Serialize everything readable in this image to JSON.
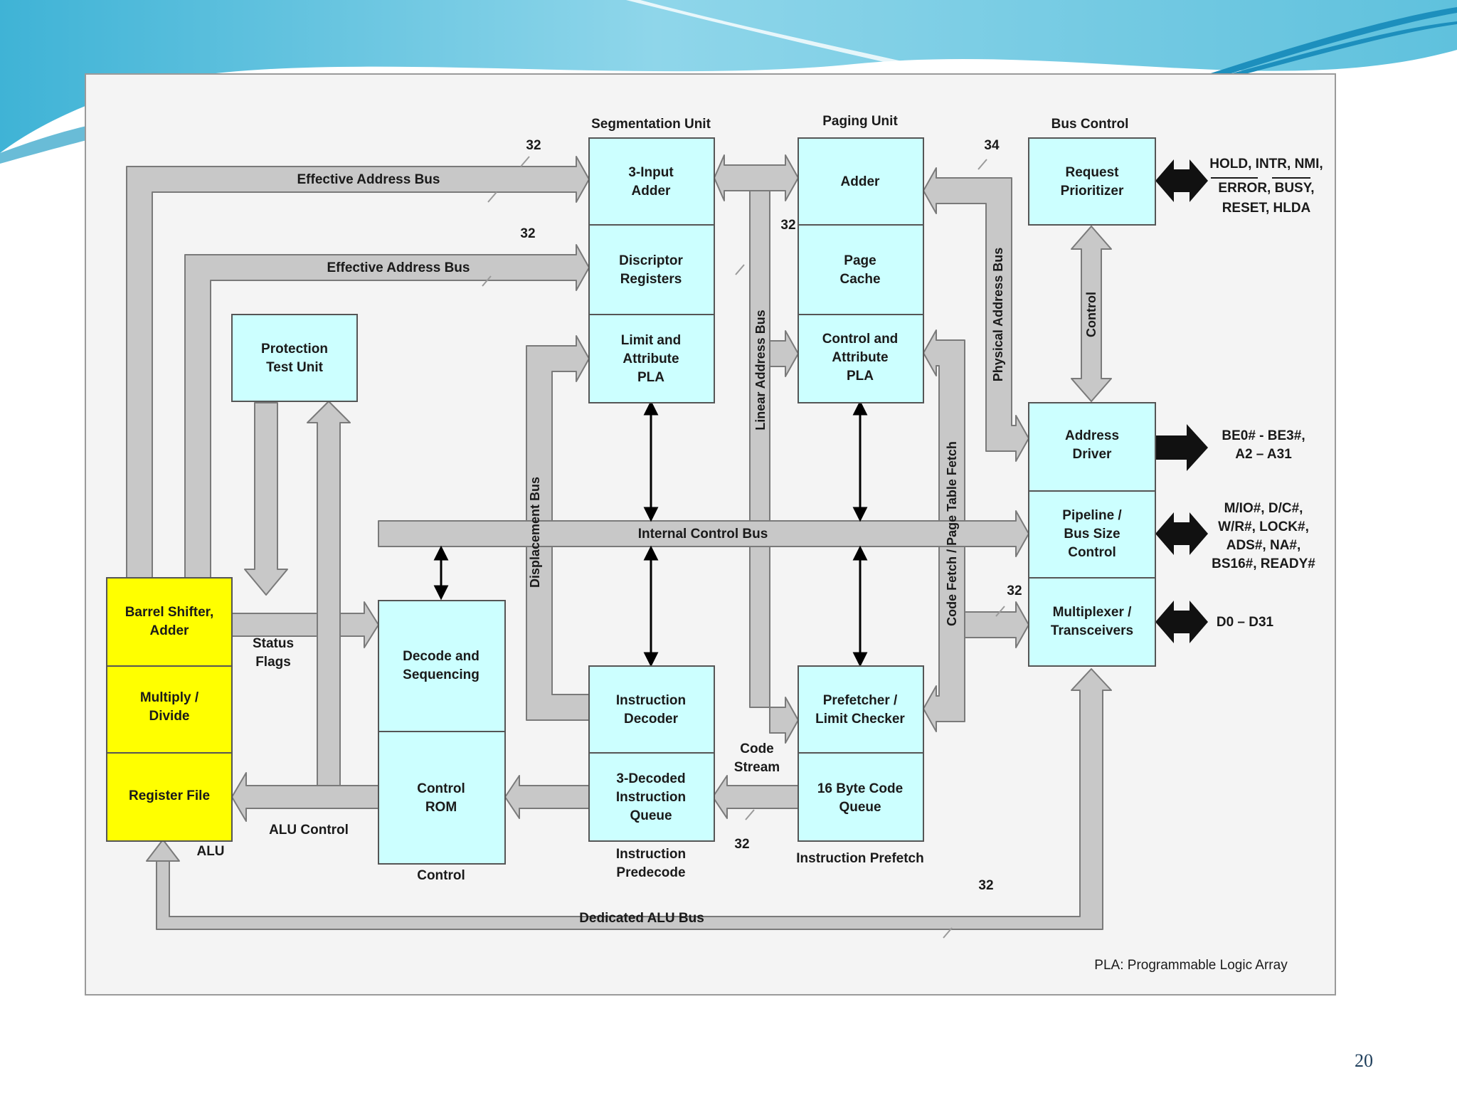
{
  "slide": {
    "page_number": "20"
  },
  "diagram": {
    "groups": {
      "segmentation": "Segmentation Unit",
      "paging": "Paging Unit",
      "bus_control": "Bus Control",
      "alu": "ALU",
      "control": "Control",
      "predecode": [
        "Instruction",
        "Predecode"
      ],
      "prefetch": "Instruction Prefetch"
    },
    "blocks": {
      "input_adder": [
        "3-Input",
        "Adder"
      ],
      "descriptor_registers": [
        "Discriptor",
        "Registers"
      ],
      "limit_attribute_pla": [
        "Limit and",
        "Attribute",
        "PLA"
      ],
      "paging_adder": [
        "Adder"
      ],
      "page_cache": [
        "Page",
        "Cache"
      ],
      "control_attribute_pla": [
        "Control and",
        "Attribute",
        "PLA"
      ],
      "request_prioritizer": [
        "Request",
        "Prioritizer"
      ],
      "address_driver": [
        "Address",
        "Driver"
      ],
      "pipeline_bus_size": [
        "Pipeline /",
        "Bus Size",
        "Control"
      ],
      "multiplexer_transceivers": [
        "Multiplexer /",
        "Transceivers"
      ],
      "protection_test_unit": [
        "Protection",
        "Test Unit"
      ],
      "barrel_shifter_adder": [
        "Barrel Shifter,",
        "Adder"
      ],
      "multiply_divide": [
        "Multiply /",
        "Divide"
      ],
      "register_file": [
        "Register File"
      ],
      "decode_sequencing": [
        "Decode and",
        "Sequencing"
      ],
      "control_rom": [
        "Control",
        "ROM"
      ],
      "instruction_decoder": [
        "Instruction",
        "Decoder"
      ],
      "decoded_instruction_queue": [
        "3-Decoded",
        "Instruction",
        "Queue"
      ],
      "prefetcher_limit_checker": [
        "Prefetcher /",
        "Limit Checker"
      ],
      "code_queue": [
        "16 Byte Code",
        "Queue"
      ]
    },
    "buses": {
      "effective_address_bus_1": "Effective Address Bus",
      "effective_address_bus_2": "Effective Address Bus",
      "internal_control_bus": "Internal Control Bus",
      "dedicated_alu_bus": "Dedicated ALU Bus",
      "linear_address_bus": "Linear Address Bus",
      "physical_address_bus": "Physical Address Bus",
      "displacement_bus": "Displacement Bus",
      "code_fetch_bus": "Code Fetch / Page Table Fetch",
      "control_bus": "Control"
    },
    "labels": {
      "status_flags": [
        "Status",
        "Flags"
      ],
      "alu_control": "ALU Control",
      "code_stream": [
        "Code",
        "Stream"
      ]
    },
    "widths": {
      "w32_a": "32",
      "w32_b": "32",
      "w32_c": "32",
      "w34": "34",
      "w32_d": "32",
      "w32_e": "32",
      "w32_f": "32"
    },
    "signals": {
      "hold": [
        "HOLD, INTR, NMI,",
        "ERROR, BUSY,",
        "RESET, HLDA"
      ],
      "be": [
        "BE0# - BE3#,",
        "A2 – A31"
      ],
      "mio": [
        "M/IO#, D/C#,",
        "W/R#, LOCK#,",
        "ADS#, NA#,",
        "BS16#, READY#"
      ],
      "data": [
        "D0 – D31"
      ]
    },
    "footnote": "PLA: Programmable Logic Array",
    "colors": {
      "block_fill": "#ccffff",
      "alu_fill": "#ffff00",
      "bus_fill": "#c8c8c8",
      "panel_fill": "#f4f4f4",
      "header_light": "#bfe8f2",
      "header_mid": "#72c6de"
    }
  }
}
